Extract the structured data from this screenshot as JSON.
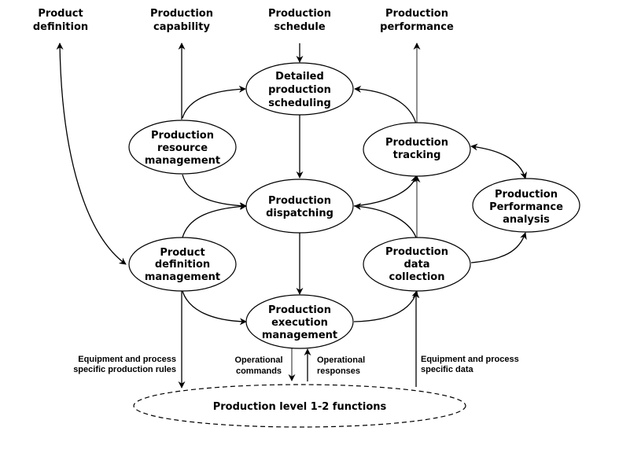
{
  "external_labels": {
    "product_definition": [
      "Product",
      "definition"
    ],
    "production_capability": [
      "Production",
      "capability"
    ],
    "production_schedule": [
      "Production",
      "schedule"
    ],
    "production_performance": [
      "Production",
      "performance"
    ]
  },
  "nodes": {
    "detailed_scheduling": [
      "Detailed",
      "production",
      "scheduling"
    ],
    "resource_management": [
      "Production",
      "resource",
      "management"
    ],
    "tracking": [
      "Production",
      "tracking"
    ],
    "dispatching": [
      "Production",
      "dispatching"
    ],
    "performance_analysis": [
      "Production",
      "Performance",
      "analysis"
    ],
    "definition_management": [
      "Product",
      "definition",
      "management"
    ],
    "data_collection": [
      "Production",
      "data",
      "collection"
    ],
    "execution_management": [
      "Production",
      "execution",
      "management"
    ],
    "level_functions": "Production level 1-2 functions"
  },
  "edge_labels": {
    "production_rules": [
      "Equipment and process",
      "specific production rules"
    ],
    "operational_commands": [
      "Operational",
      "commands"
    ],
    "operational_responses": [
      "Operational",
      "responses"
    ],
    "process_data": [
      "Equipment and process",
      "specific data"
    ]
  }
}
